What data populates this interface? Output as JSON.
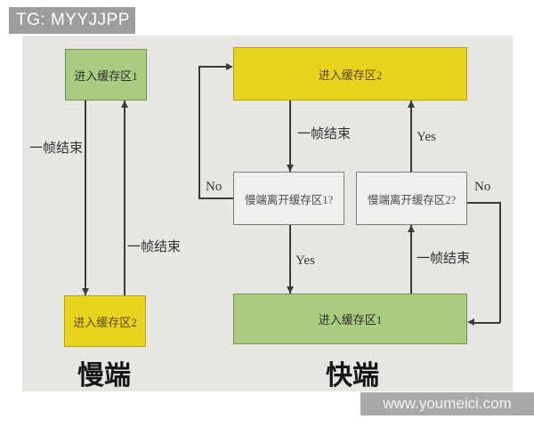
{
  "badge": {
    "text": "TG: MYYJJPP"
  },
  "watermark": {
    "text": "www.youmeici.com"
  },
  "colors": {
    "diagram_background": "#e7e6e3",
    "buffer1_green": "#a9cc80",
    "buffer2_yellow": "#e8d31f",
    "decision_box": "#f0efed",
    "line": "#3b3b3b",
    "badge_gray": "#9d9d9d",
    "watermark_gray": "#a9a9a9"
  },
  "slow_section": {
    "title": "慢端",
    "buffer1": "进入缓存区1",
    "buffer2": "进入缓存区2",
    "edge_down_label": "一帧结束",
    "edge_up_label": "一帧结束"
  },
  "fast_section": {
    "title": "快端",
    "buffer2": "进入缓存区2",
    "buffer1": "进入缓存区1",
    "decision1": "慢端离开缓存区1?",
    "decision2": "慢端离开缓存区2?",
    "labels": {
      "frame_end_top": "一帧结束",
      "yes_top": "Yes",
      "no_left": "No",
      "yes_mid": "Yes",
      "frame_end_mid": "一帧结束",
      "no_right": "No"
    }
  }
}
